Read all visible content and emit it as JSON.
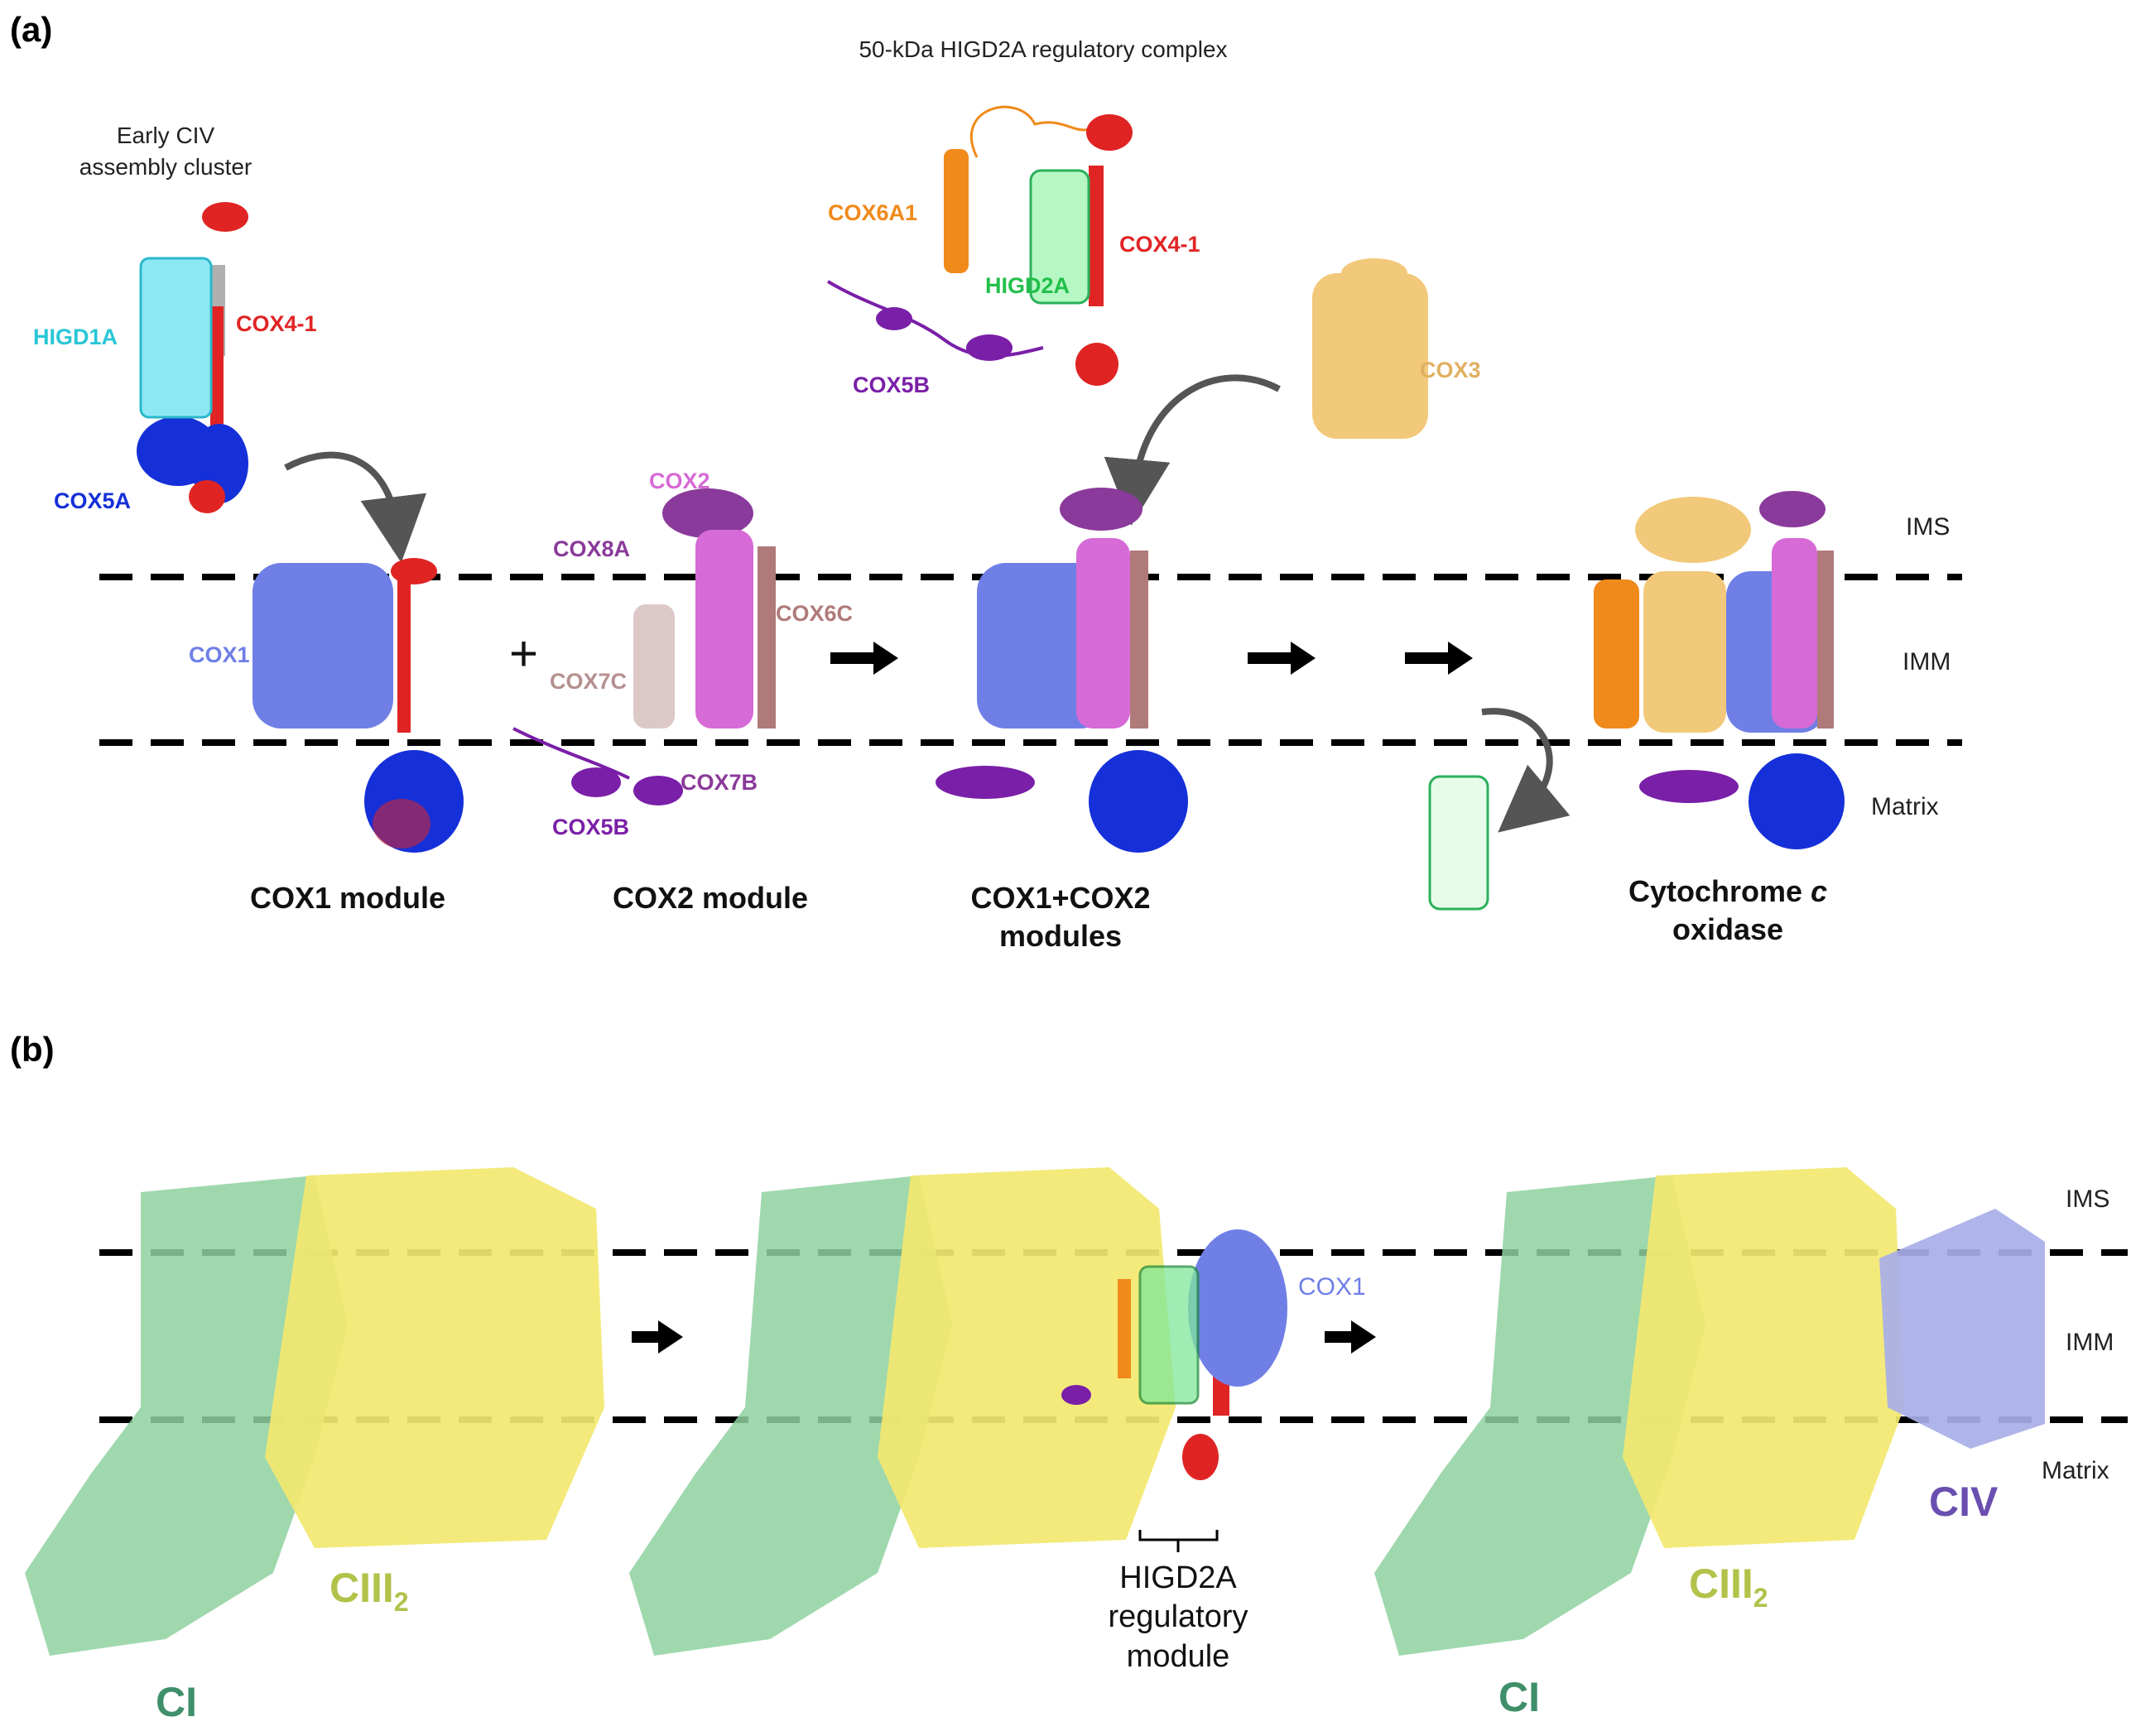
{
  "colors": {
    "cox1": "#6f7fe6",
    "cox4": "#e02424",
    "cox5a": "#1530d8",
    "cox5b": "#7a1fa8",
    "cox2": "#d66ad6",
    "cox6c": "#b07a7a",
    "cox7c": "#ddc8c8",
    "cox8a": "#8a3a9a",
    "cox6a1": "#f08a1a",
    "cox3": "#f2c97a",
    "higd_box_fill": "#b6f7c4",
    "higd1a_box_fill": "#8ee8f3",
    "ci": "#8fd1a0",
    "ciii": "#f2e870",
    "civ": "#a8aee8",
    "civ_label": "#6a4fb0",
    "ci_label": "#3f8f6a",
    "ciii_label": "#b2c24a"
  },
  "panel_a": {
    "panel_label": "(a)",
    "early_cluster": {
      "title_line1": "Early CIV",
      "title_line2": "assembly cluster",
      "higd1a": "HIGD1A",
      "cox4_1": "COX4-1",
      "cox5a": "COX5A"
    },
    "regulatory_complex": {
      "title": "50-kDa HIGD2A regulatory complex",
      "cox6a1": "COX6A1",
      "higd2a": "HIGD2A",
      "cox4_1": "COX4-1",
      "cox5b": "COX5B"
    },
    "cox3": "COX3",
    "cox1_label": "COX1",
    "cox2_module": {
      "cox2": "COX2",
      "cox8a": "COX8A",
      "cox6c": "COX6C",
      "cox7c": "COX7C",
      "cox7b": "COX7B",
      "cox5b": "COX5B"
    },
    "plus": "+",
    "modules": {
      "cox1_module": "COX1 module",
      "cox2_module": "COX2 module",
      "combined_line1": "COX1+COX2",
      "combined_line2": "modules",
      "final_line1_pre": "Cytochrome ",
      "final_line1_italic": "c",
      "final_line2": "oxidase"
    },
    "layers": {
      "ims": "IMS",
      "imm": "IMM",
      "matrix": "Matrix"
    }
  },
  "panel_b": {
    "panel_label": "(b)",
    "layers": {
      "ims": "IMS",
      "imm": "IMM",
      "matrix": "Matrix"
    },
    "cox1": "COX1",
    "bracket_line1": "HIGD2A",
    "bracket_line2": "regulatory",
    "bracket_line3": "module",
    "ci": "CI",
    "ciii": "CIII",
    "ciii_sub": "2",
    "civ": "CIV"
  }
}
